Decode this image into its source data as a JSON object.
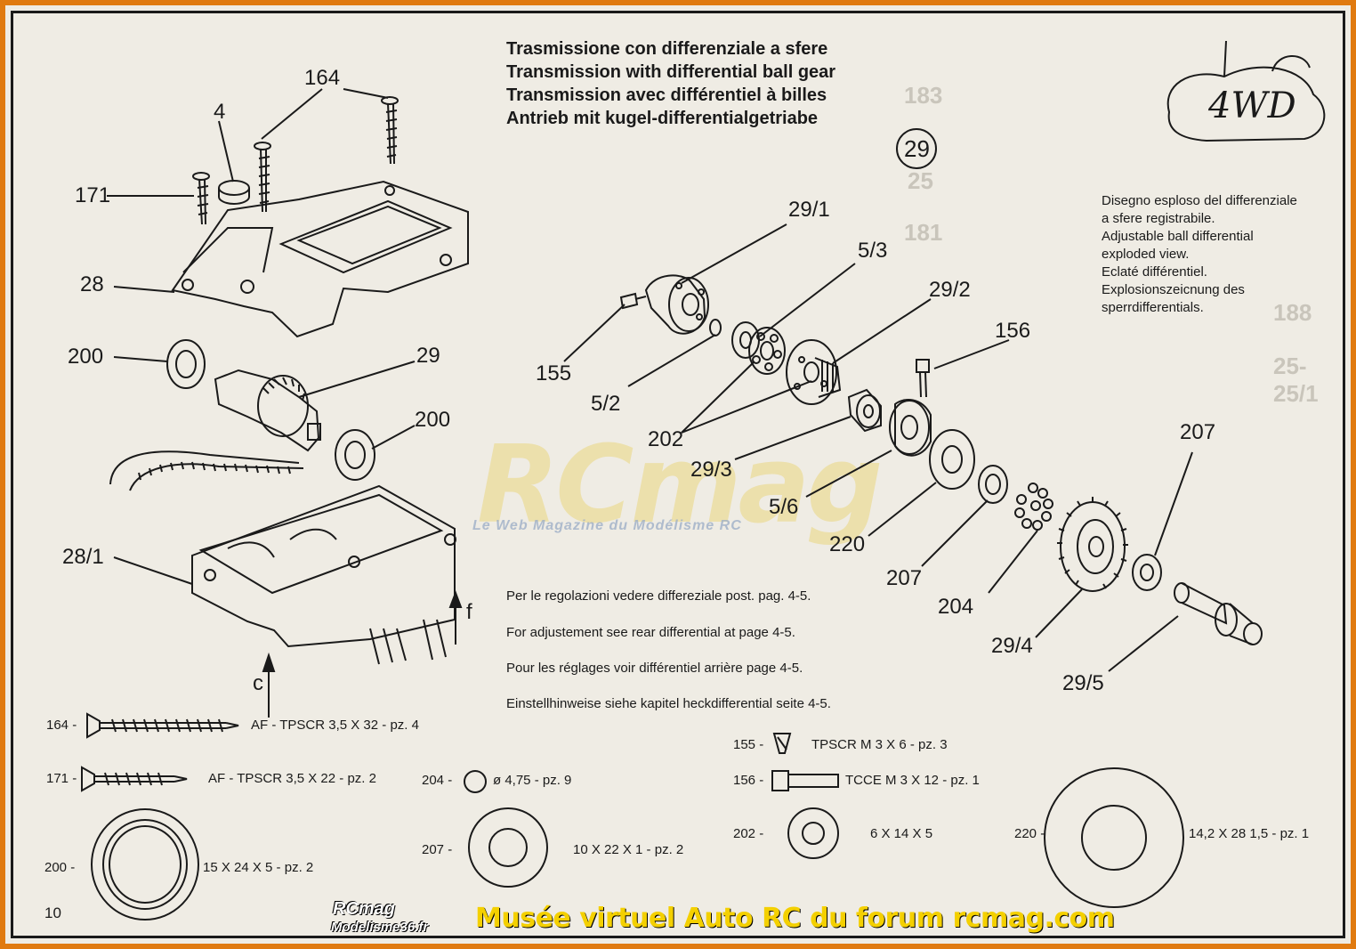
{
  "titles": [
    "Trasmissione con differenziale a sfere",
    "Transmission with differential ball gear",
    "Transmission avec différentiel à billes",
    "Antrieb mit kugel-differentialgetriabe"
  ],
  "badge": "29",
  "logo_text": "4WD",
  "description": [
    "Disegno esploso del differenziale",
    "a sfere registrabile.",
    "Adjustable ball differential",
    "exploded view.",
    "Eclaté différentiel.",
    "Explosionszeicnung des",
    "sperrdifferentials."
  ],
  "notes": [
    "Per le regolazioni vedere differeziale post. pag. 4-5.",
    "For adjustement see rear differential at page 4-5.",
    "Pour les réglages voir différentiel arrière page 4-5.",
    "Einstellhinweise siehe kapitel heckdifferential seite 4-5."
  ],
  "part_labels": {
    "p164": "164",
    "p4": "4",
    "p171": "171",
    "p28": "28",
    "p200a": "200",
    "p29": "29",
    "p200b": "200",
    "p28_1": "28/1",
    "pC": "c",
    "pF": "f",
    "p29_1": "29/1",
    "p5_3": "5/3",
    "p29_2": "29/2",
    "p156": "156",
    "p155": "155",
    "p5_2": "5/2",
    "p202": "202",
    "p29_3": "29/3",
    "p5_6": "5/6",
    "p220": "220",
    "p207a": "207",
    "p207b": "207",
    "p204": "204",
    "p29_4": "29/4",
    "p29_5": "29/5"
  },
  "legend": {
    "l164": {
      "code": "164 -",
      "desc": "AF - TPSCR 3,5 X 32 - pz. 4"
    },
    "l171": {
      "code": "171 -",
      "desc": "AF - TPSCR 3,5 X 22 - pz. 2"
    },
    "l200": {
      "code": "200 -",
      "desc": "15 X 24 X 5 - pz. 2"
    },
    "l204": {
      "code": "204 -",
      "desc": "ø 4,75 - pz. 9"
    },
    "l207": {
      "code": "207 -",
      "desc": "10 X 22 X 1 - pz. 2"
    },
    "l155": {
      "code": "155 -",
      "desc": "TPSCR M 3 X 6 - pz. 3"
    },
    "l156": {
      "code": "156 -",
      "desc": "TCCE M 3 X 12 - pz. 1"
    },
    "l202": {
      "code": "202 -",
      "desc": "6 X 14 X 5"
    },
    "l220": {
      "code": "220 -",
      "desc": "14,2 X 28 1,5 - pz. 1"
    }
  },
  "page_number": "10",
  "watermark": {
    "main": "RCmag",
    "sub": "Le Web Magazine du Modélisme RC"
  },
  "footer": {
    "text": "Musée virtuel Auto RC du forum rcmag.com",
    "logo_top": "RCmag",
    "logo_bottom": "Modelisme36.fr"
  },
  "colors": {
    "frame": "#e07a10",
    "paper": "#efece4",
    "ink": "#1a1a1a",
    "footer_text": "#f4d000"
  }
}
